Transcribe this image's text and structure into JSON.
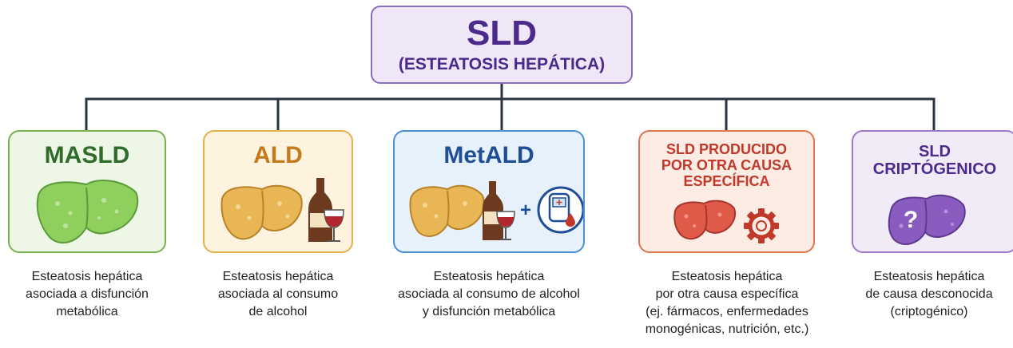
{
  "root": {
    "title": "SLD",
    "subtitle": "(ESTEATOSIS HEPÁTICA)",
    "color": "#8c6cc0"
  },
  "categories": [
    {
      "title_lines": [
        "MASLD"
      ],
      "description_lines": [
        "Esteatosis hepática",
        "asociada a disfunción",
        "metabólica"
      ],
      "border_color": "#79b24d",
      "fill_color": "#eef7e6",
      "title_color": "#2f6b2a",
      "icons": [
        "liver-icon"
      ]
    },
    {
      "title_lines": [
        "ALD"
      ],
      "description_lines": [
        "Esteatosis hepática",
        "asociada al consumo",
        "de alcohol"
      ],
      "border_color": "#e3b04b",
      "fill_color": "#fdf3df",
      "title_color": "#c47a1a",
      "icons": [
        "liver-icon",
        "wine-bottle-icon",
        "wine-glass-icon"
      ]
    },
    {
      "title_lines": [
        "MetALD"
      ],
      "description_lines": [
        "Esteatosis hepática",
        "asociada al consumo de alcohol",
        "y disfunción metabólica"
      ],
      "border_color": "#4a90d9",
      "fill_color": "#e7f1fb",
      "title_color": "#1f4e96",
      "plus_sign": "+",
      "icons": [
        "liver-icon",
        "wine-bottle-icon",
        "wine-glass-icon",
        "glucose-meter-icon"
      ]
    },
    {
      "title_lines": [
        "SLD PRODUCIDO",
        "POR OTRA CAUSA",
        "ESPECÍFICA"
      ],
      "description_lines": [
        "Esteatosis hepática",
        "por otra causa específica",
        "(ej. fármacos, enfermedades",
        "monogénicas, nutrición, etc.)"
      ],
      "border_color": "#e0744e",
      "fill_color": "#fdece4",
      "title_color": "#c0392b",
      "icons": [
        "liver-icon",
        "gear-icon"
      ]
    },
    {
      "title_lines": [
        "SLD",
        "CRIPTÓGENICO"
      ],
      "description_lines": [
        "Esteatosis hepática",
        "de causa desconocida",
        "(criptogénico)"
      ],
      "border_color": "#9b7bc8",
      "fill_color": "#f1ebf8",
      "title_color": "#4b2a8c",
      "question_mark": "?",
      "icons": [
        "liver-icon",
        "question-mark-icon"
      ]
    }
  ]
}
